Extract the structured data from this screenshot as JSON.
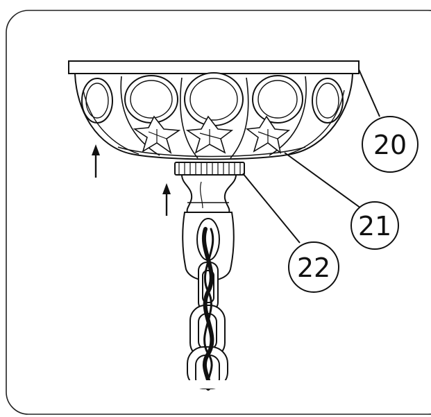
{
  "callouts": [
    {
      "id": "canopy-plate",
      "label": "20"
    },
    {
      "id": "canopy-bowl",
      "label": "21"
    },
    {
      "id": "locking-ring",
      "label": "22"
    }
  ],
  "colors": {
    "ink": "#111111",
    "frame": "#222222",
    "background": "#ffffff"
  },
  "icons": [
    "up-arrow-icon",
    "up-arrow-icon"
  ]
}
